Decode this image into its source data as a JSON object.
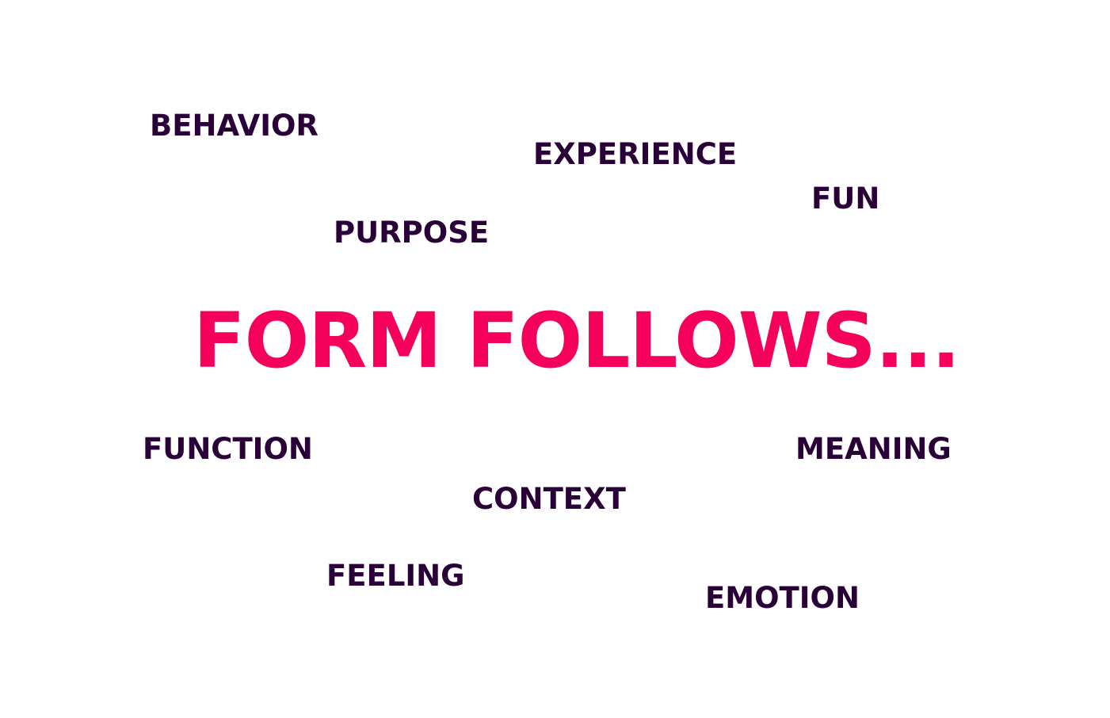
{
  "headline": "FORM FOLLOWS...",
  "colors": {
    "headline": "#F5005A",
    "words": "#2A0038",
    "background": "#FFFFFF"
  },
  "words": {
    "behavior": "BEHAVIOR",
    "experience": "EXPERIENCE",
    "fun": "FUN",
    "purpose": "PURPOSE",
    "function": "FUNCTION",
    "meaning": "MEANING",
    "context": "CONTEXT",
    "feeling": "FEELING",
    "emotion": "EMOTION"
  }
}
